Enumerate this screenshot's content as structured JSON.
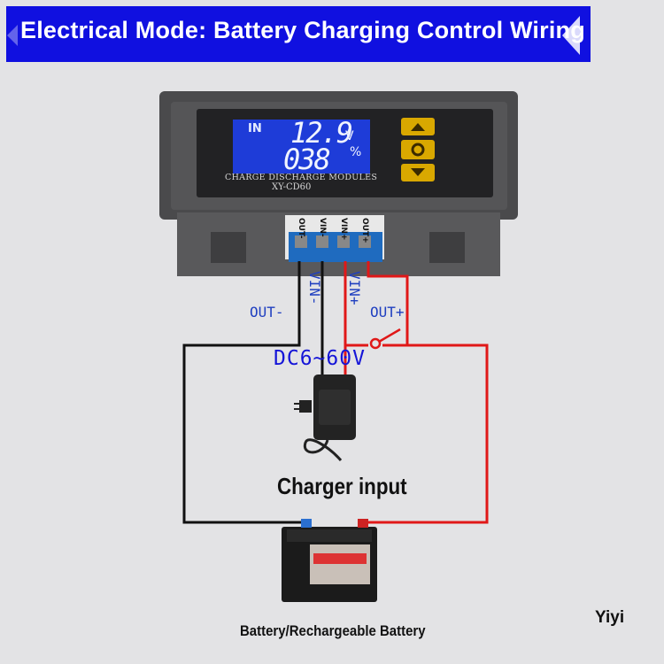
{
  "banner": {
    "title": "Electrical Mode: Battery Charging Control Wiring"
  },
  "module": {
    "lcd_in_label": "IN",
    "lcd_voltage": "12.9",
    "lcd_voltage_unit": "V",
    "lcd_percent": "038",
    "lcd_percent_unit": "%",
    "caption_line1": "CHARGE DISCHARGE MODULES",
    "caption_line2": "XY-CD60",
    "terminals": [
      "OUT-",
      "VIN-",
      "VIN+",
      "OUT+"
    ],
    "buttons": [
      "up",
      "settings",
      "down"
    ]
  },
  "wiring": {
    "out_minus": "OUT-",
    "vin_minus": "VIN-",
    "vin_plus": "VIN+",
    "out_plus": "OUT+",
    "voltage_range": "DC6~60V"
  },
  "labels": {
    "charger": "Charger input",
    "battery": "Battery/Rechargeable Battery",
    "watermark": "Yiyi"
  },
  "colors": {
    "banner": "#1010e0",
    "wire_positive": "#e01818",
    "wire_negative": "#111111",
    "lcd": "#1e3cd8",
    "button": "#d9a800"
  }
}
